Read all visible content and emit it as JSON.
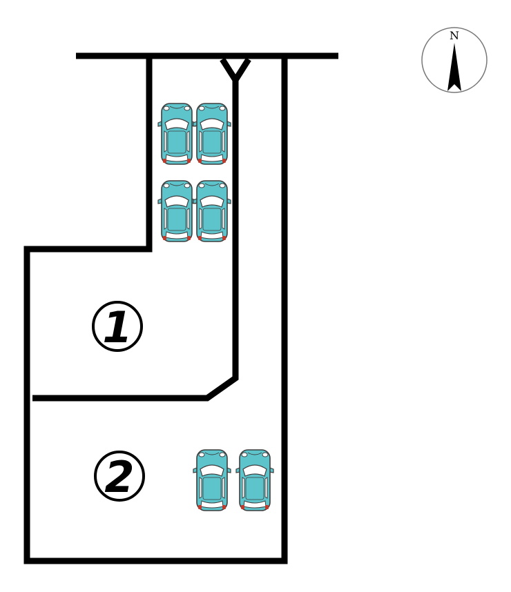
{
  "plan": {
    "lots": [
      {
        "id": "lot-1",
        "label": "1"
      },
      {
        "id": "lot-2",
        "label": "2"
      }
    ],
    "compass": {
      "north_label": "N"
    },
    "parking": {
      "lot_1_spaces": 4,
      "lot_2_spaces": 2
    },
    "colors": {
      "boundary": "#000000",
      "background": "#ffffff",
      "car_body": "#5ec4cc",
      "car_outline": "#4a4a4a",
      "car_lights": "#c0392b"
    }
  }
}
